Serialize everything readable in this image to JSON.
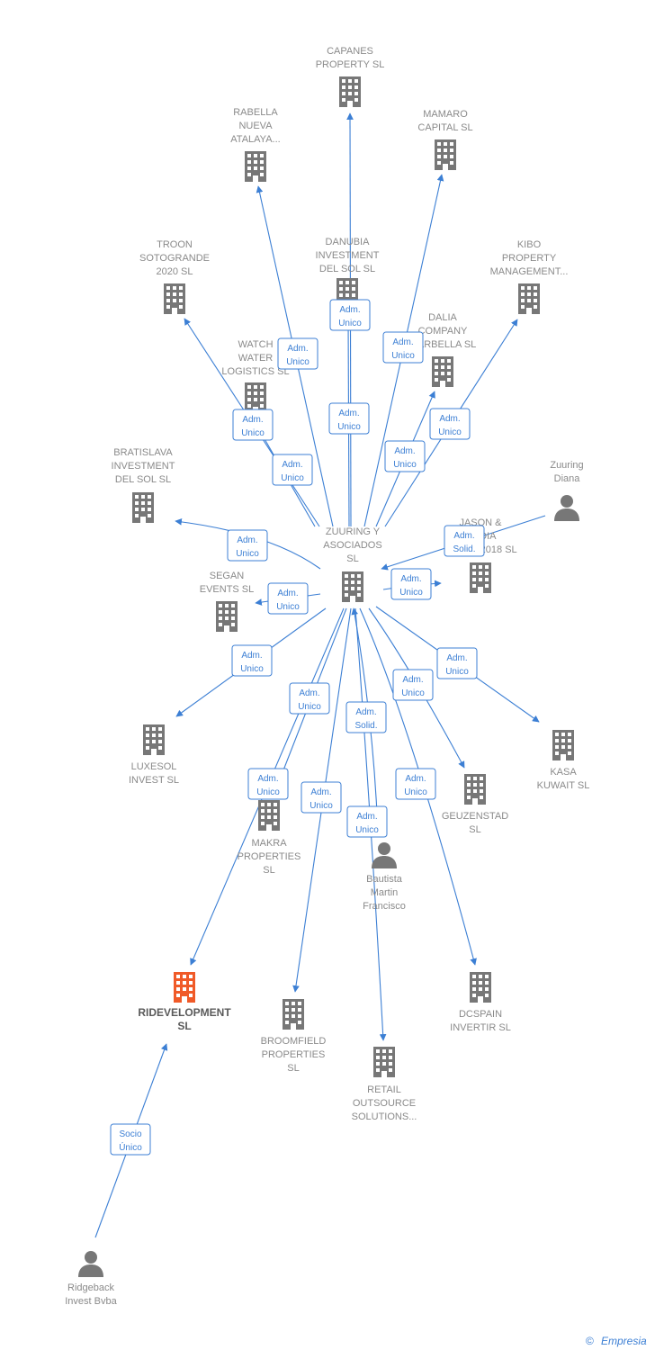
{
  "colors": {
    "building": "#777777",
    "focus": "#f05a28",
    "edge": "#3c7fd4",
    "person": "#777777"
  },
  "nodes": [
    {
      "id": "center",
      "kind": "company",
      "label": [
        "ZUURING Y",
        "ASOCIADOS",
        "SL"
      ]
    },
    {
      "id": "capanes",
      "kind": "company",
      "label": [
        "CAPANES",
        "PROPERTY SL"
      ]
    },
    {
      "id": "rabella",
      "kind": "company",
      "label": [
        "RABELLA",
        "NUEVA",
        "ATALAYA..."
      ]
    },
    {
      "id": "mamaro",
      "kind": "company",
      "label": [
        "MAMARO",
        "CAPITAL SL"
      ]
    },
    {
      "id": "troon",
      "kind": "company",
      "label": [
        "TROON",
        "SOTOGRANDE",
        "2020 SL"
      ]
    },
    {
      "id": "danubia",
      "kind": "company",
      "label": [
        "DANUBIA",
        "INVESTMENT",
        "DEL SOL SL"
      ]
    },
    {
      "id": "kibo",
      "kind": "company",
      "label": [
        "KIBO",
        "PROPERTY",
        "MANAGEMENT..."
      ]
    },
    {
      "id": "dalia",
      "kind": "company",
      "label": [
        "DALIA",
        "COMPANY",
        "MARBELLA SL"
      ]
    },
    {
      "id": "watch",
      "kind": "company",
      "label": [
        "WATCH",
        "WATER",
        "LOGISTICS SL"
      ]
    },
    {
      "id": "bratislava",
      "kind": "company",
      "label": [
        "BRATISLAVA",
        "INVESTMENT",
        "DEL SOL SL"
      ]
    },
    {
      "id": "zuuring_diana",
      "kind": "person",
      "label": [
        "Zuuring",
        "Diana"
      ]
    },
    {
      "id": "jason",
      "kind": "company",
      "label": [
        "JASON &",
        "MEDIA",
        "SEVEN 2018 SL"
      ]
    },
    {
      "id": "segan",
      "kind": "company",
      "label": [
        "SEGAN",
        "EVENTS SL"
      ]
    },
    {
      "id": "luxesol",
      "kind": "company",
      "label": [
        "LUXESOL",
        "INVEST SL"
      ]
    },
    {
      "id": "kasa",
      "kind": "company",
      "label": [
        "KASA",
        "KUWAIT SL"
      ]
    },
    {
      "id": "geuzenstad",
      "kind": "company",
      "label": [
        "GEUZENSTAD",
        "SL"
      ]
    },
    {
      "id": "makra",
      "kind": "company",
      "label": [
        "MAKRA",
        "PROPERTIES",
        "SL"
      ]
    },
    {
      "id": "bautista",
      "kind": "person",
      "label": [
        "Bautista",
        "Martin",
        "Francisco"
      ]
    },
    {
      "id": "rid",
      "kind": "company",
      "focus": true,
      "label": [
        "RIDEVELOPMENT",
        "SL"
      ]
    },
    {
      "id": "broomfield",
      "kind": "company",
      "label": [
        "BROOMFIELD",
        "PROPERTIES",
        "SL"
      ]
    },
    {
      "id": "dcspain",
      "kind": "company",
      "label": [
        "DCSPAIN",
        "INVERTIR SL"
      ]
    },
    {
      "id": "retail",
      "kind": "company",
      "label": [
        "RETAIL",
        "OUTSOURCE",
        "SOLUTIONS..."
      ]
    },
    {
      "id": "ridgeback",
      "kind": "person",
      "label": [
        "Ridgeback",
        "Invest Bvba"
      ]
    }
  ],
  "edges": [
    {
      "from": "center",
      "to": "capanes",
      "rel": [
        "Adm.",
        "Unico"
      ]
    },
    {
      "from": "center",
      "to": "rabella",
      "rel": [
        "Adm.",
        "Unico"
      ]
    },
    {
      "from": "center",
      "to": "mamaro",
      "rel": [
        "Adm.",
        "Unico"
      ]
    },
    {
      "from": "center",
      "to": "danubia",
      "rel": [
        "Adm.",
        "Unico"
      ]
    },
    {
      "from": "center",
      "to": "troon",
      "rel": [
        "Adm.",
        "Unico"
      ]
    },
    {
      "from": "center",
      "to": "kibo",
      "rel": [
        "Adm.",
        "Unico"
      ]
    },
    {
      "from": "center",
      "to": "dalia",
      "rel": [
        "Adm.",
        "Unico"
      ]
    },
    {
      "from": "center",
      "to": "watch",
      "rel": [
        "Adm.",
        "Unico"
      ]
    },
    {
      "from": "center",
      "to": "bratislava",
      "rel": [
        "Adm.",
        "Unico"
      ]
    },
    {
      "from": "zuuring_diana",
      "to": "center",
      "rel": [
        "Adm.",
        "Solid."
      ]
    },
    {
      "from": "center",
      "to": "jason",
      "rel": [
        "Adm.",
        "Unico"
      ]
    },
    {
      "from": "center",
      "to": "segan",
      "rel": [
        "Adm.",
        "Unico"
      ]
    },
    {
      "from": "center",
      "to": "luxesol",
      "rel": [
        "Adm.",
        "Unico"
      ]
    },
    {
      "from": "center",
      "to": "kasa",
      "rel": [
        "Adm.",
        "Unico"
      ]
    },
    {
      "from": "center",
      "to": "geuzenstad",
      "rel": [
        "Adm.",
        "Unico"
      ]
    },
    {
      "from": "center",
      "to": "makra",
      "rel": [
        "Adm.",
        "Unico"
      ]
    },
    {
      "from": "bautista",
      "to": "center",
      "rel": [
        "Adm.",
        "Solid."
      ]
    },
    {
      "from": "center",
      "to": "rid",
      "rel": [
        "Adm.",
        "Unico"
      ]
    },
    {
      "from": "center",
      "to": "broomfield",
      "rel": [
        "Adm.",
        "Unico"
      ]
    },
    {
      "from": "center",
      "to": "dcspain",
      "rel": [
        "Adm.",
        "Unico"
      ]
    },
    {
      "from": "center",
      "to": "retail",
      "rel": [
        "Adm.",
        "Unico"
      ]
    },
    {
      "from": "ridgeback",
      "to": "rid",
      "rel": [
        "Socio",
        "Único"
      ]
    }
  ],
  "footer": {
    "copyright": "©",
    "brand": "Empresia"
  }
}
